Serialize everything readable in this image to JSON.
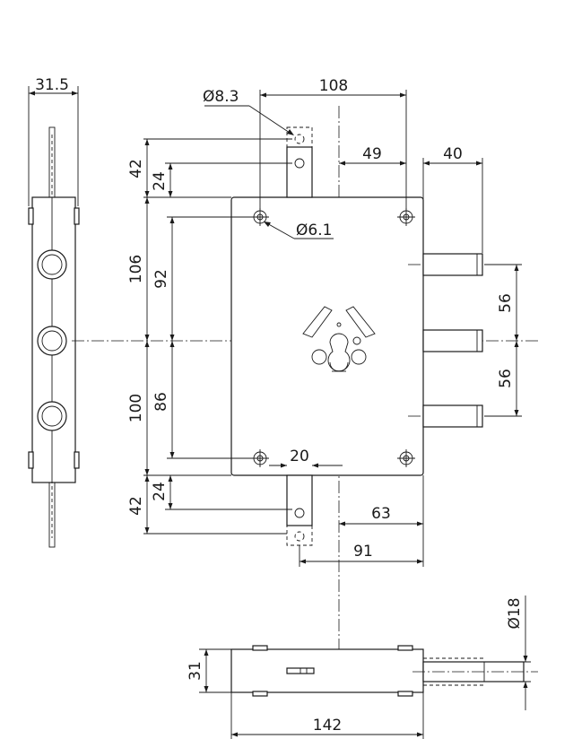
{
  "dimensions": {
    "side_thickness": "31.5",
    "hole_dia_top": "Ø8.3",
    "width_108": "108",
    "offset_49": "49",
    "bolt_length": "40",
    "top_42": "42",
    "top_24": "24",
    "hole_dia_mount": "Ø6.1",
    "upper_106": "106",
    "upper_92": "92",
    "bolt_pitch_upper": "56",
    "bolt_pitch_lower": "56",
    "lower_100": "100",
    "lower_86": "86",
    "latch_20": "20",
    "bottom_42": "42",
    "bottom_24": "24",
    "offset_63": "63",
    "offset_91": "91",
    "bolt_dia": "Ø18",
    "case_depth": "31",
    "case_length": "142"
  }
}
